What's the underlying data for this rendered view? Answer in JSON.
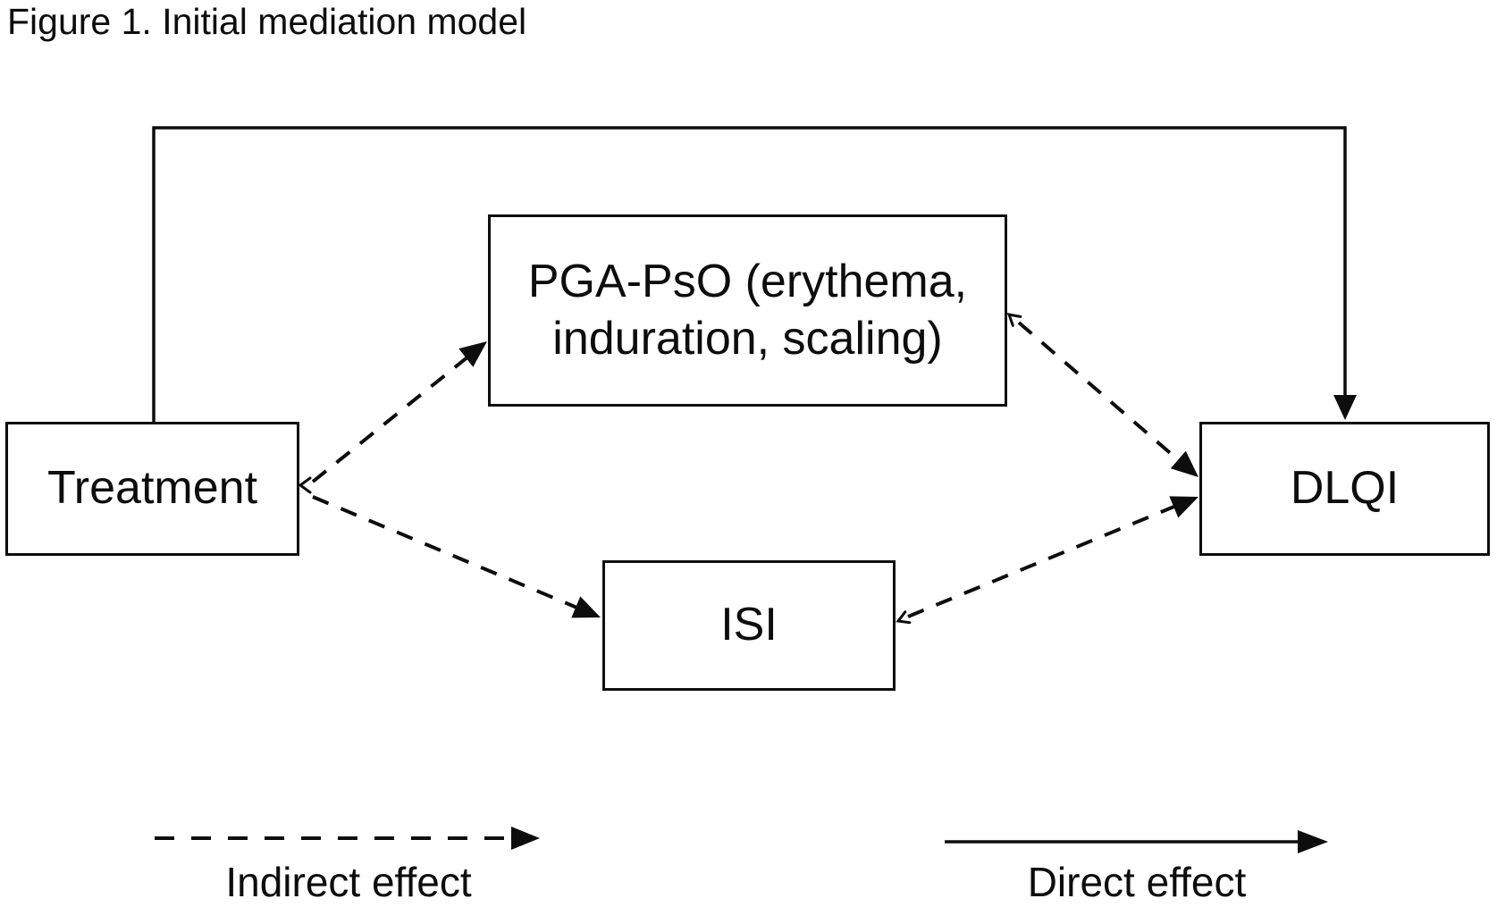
{
  "figure": {
    "title": "Figure 1. Initial mediation model"
  },
  "nodes": {
    "treatment": {
      "label": "Treatment",
      "role": "exposure"
    },
    "mediator_pga": {
      "label_line1": "PGA-PsO (erythema,",
      "label_line2": "induration, scaling)",
      "role": "mediator"
    },
    "mediator_isi": {
      "label": "ISI",
      "role": "mediator"
    },
    "outcome_dlqi": {
      "label": "DLQI",
      "role": "outcome"
    }
  },
  "edges": [
    {
      "from": "Treatment",
      "to": "DLQI",
      "style": "solid",
      "type": "direct"
    },
    {
      "from": "Treatment",
      "to": "PGA-PsO",
      "style": "dashed",
      "type": "indirect"
    },
    {
      "from": "PGA-PsO",
      "to": "DLQI",
      "style": "dashed",
      "type": "indirect"
    },
    {
      "from": "Treatment",
      "to": "ISI",
      "style": "dashed",
      "type": "indirect"
    },
    {
      "from": "ISI",
      "to": "DLQI",
      "style": "dashed",
      "type": "indirect"
    }
  ],
  "legend": {
    "indirect_label": "Indirect effect",
    "direct_label": "Direct effect"
  },
  "colors": {
    "ink": "#0d0d0d",
    "background": "#ffffff"
  }
}
